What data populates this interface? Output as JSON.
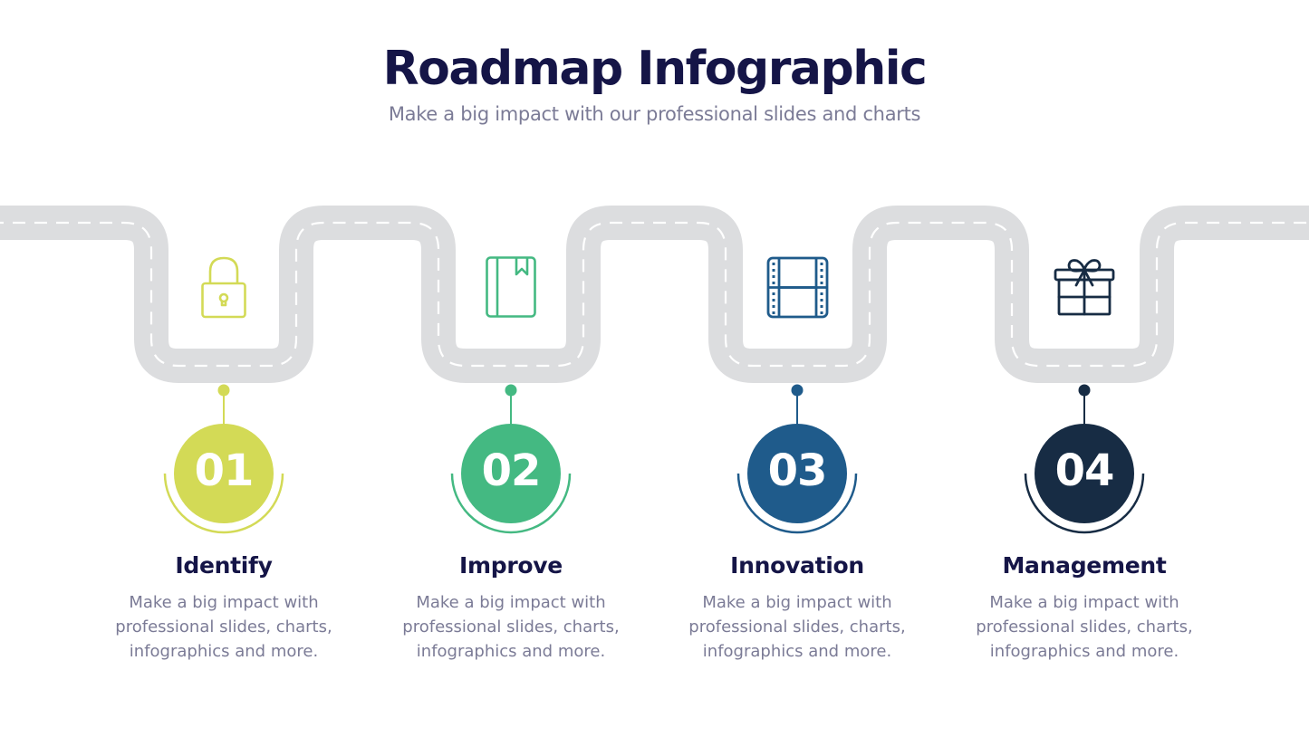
{
  "header": {
    "title": "Roadmap Infographic",
    "subtitle": "Make a big impact with our professional slides and charts"
  },
  "road": {
    "color": "#dcdddf",
    "dash_color": "#ffffff"
  },
  "steps": [
    {
      "number": "01",
      "title": "Identify",
      "description_lines": [
        "Make a big impact with",
        "professional slides, charts,",
        "infographics and more."
      ],
      "icon": "lock-icon",
      "color": "#d3da56"
    },
    {
      "number": "02",
      "title": "Improve",
      "description_lines": [
        "Make a big impact with",
        "professional slides, charts,",
        "infographics and more."
      ],
      "icon": "book-icon",
      "color": "#44b982"
    },
    {
      "number": "03",
      "title": "Innovation",
      "description_lines": [
        "Make a big impact with",
        "professional slides, charts,",
        "infographics and more."
      ],
      "icon": "film-icon",
      "color": "#1f5b8b"
    },
    {
      "number": "04",
      "title": "Management",
      "description_lines": [
        "Make a big impact with",
        "professional slides, charts,",
        "infographics and more."
      ],
      "icon": "gift-icon",
      "color": "#172c44"
    }
  ]
}
